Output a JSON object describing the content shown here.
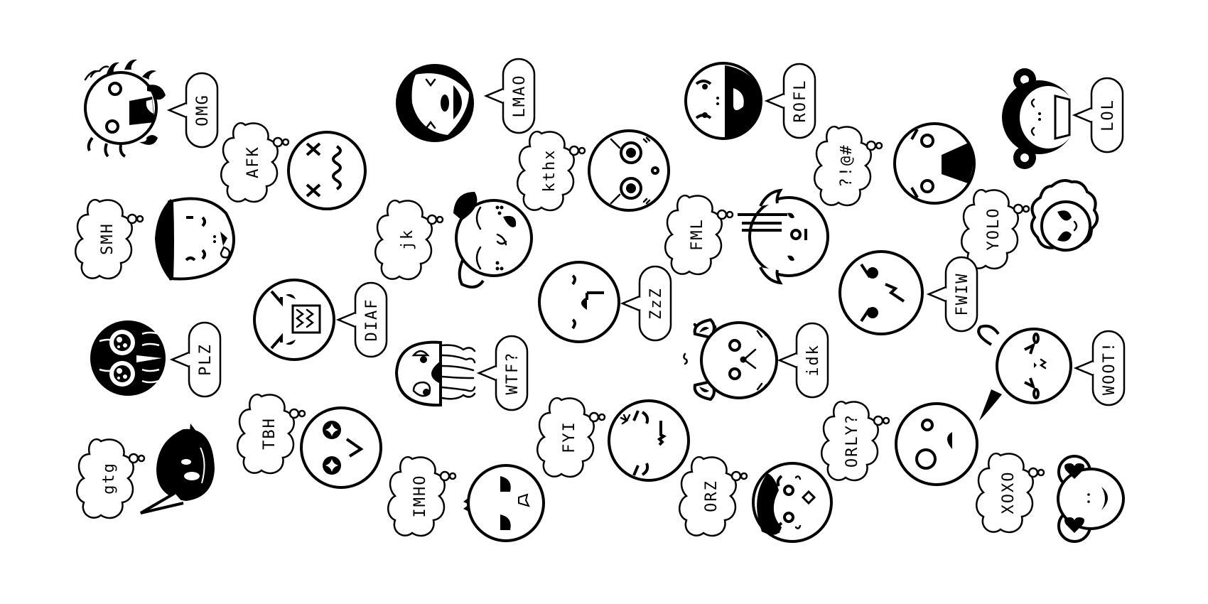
{
  "colors": {
    "ink": "#000000",
    "background": "#ffffff"
  },
  "items": [
    {
      "id": "omg",
      "text": "OMG",
      "bubble": "speech",
      "face": "scared-crab"
    },
    {
      "id": "afk",
      "text": "AFK",
      "bubble": "thought",
      "face": "dizzy-x-eyes"
    },
    {
      "id": "lmao",
      "text": "LMAO",
      "bubble": "speech",
      "face": "laughing-dark"
    },
    {
      "id": "kthx",
      "text": "kthx",
      "bubble": "thought",
      "face": "wide-eyed"
    },
    {
      "id": "rofl",
      "text": "ROFL",
      "bubble": "speech",
      "face": "rolling-laugh"
    },
    {
      "id": "grawlix",
      "text": "?!@#",
      "bubble": "thought",
      "face": "shouting"
    },
    {
      "id": "lol",
      "text": "LOL",
      "bubble": "speech",
      "face": "monkey-laugh"
    },
    {
      "id": "smh",
      "text": "SMH",
      "bubble": "thought",
      "face": "sweat-drop"
    },
    {
      "id": "jk",
      "text": "jk",
      "bubble": "thought",
      "face": "puppy"
    },
    {
      "id": "fml",
      "text": "FML",
      "bubble": "thought",
      "face": "gloomy"
    },
    {
      "id": "yolo",
      "text": "YOLO",
      "bubble": "thought",
      "face": "sunglasses-fluffy"
    },
    {
      "id": "diaf",
      "text": "DIAF",
      "bubble": "speech",
      "face": "angry-teeth"
    },
    {
      "id": "zzz",
      "text": "ZzZ",
      "bubble": "speech",
      "face": "sleeping"
    },
    {
      "id": "fwiw",
      "text": "FWIW",
      "bubble": "speech",
      "face": "smirk"
    },
    {
      "id": "plz",
      "text": "PLZ",
      "bubble": "speech",
      "face": "owl-dark"
    },
    {
      "id": "wtf",
      "text": "WTF?",
      "bubble": "speech",
      "face": "jellyfish"
    },
    {
      "id": "idk",
      "text": "idk",
      "bubble": "speech",
      "face": "confused-cat"
    },
    {
      "id": "woot",
      "text": "WOOT!",
      "bubble": "speech",
      "face": "happy-cat"
    },
    {
      "id": "tbh",
      "text": "TBH",
      "bubble": "thought",
      "face": "sparkle-eyes"
    },
    {
      "id": "fyi",
      "text": "FYI",
      "bubble": "thought",
      "face": "annoyed"
    },
    {
      "id": "orly",
      "text": "ORLY?",
      "bubble": "thought",
      "face": "surprised"
    },
    {
      "id": "gtg",
      "text": "gtg",
      "bubble": "thought",
      "face": "narwhal-dark"
    },
    {
      "id": "imho",
      "text": "IMHO",
      "bubble": "thought",
      "face": "wink-smug"
    },
    {
      "id": "orz",
      "text": "ORZ",
      "bubble": "thought",
      "face": "crying-dark"
    },
    {
      "id": "xoxo",
      "text": "XOXO",
      "bubble": "thought",
      "face": "heart-eyes-frog"
    }
  ]
}
